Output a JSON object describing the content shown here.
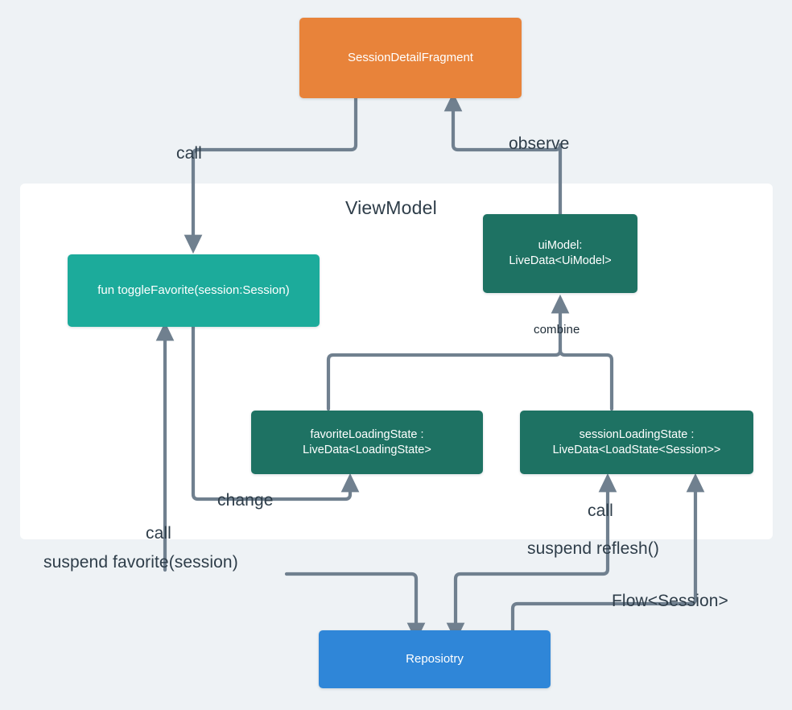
{
  "diagram": {
    "title": "ViewModel architecture flow",
    "background_color": "#eef2f5",
    "panel": {
      "label": "ViewModel",
      "background_color": "#ffffff"
    },
    "nodes": {
      "fragment": {
        "label": "SessionDetailFragment",
        "color": "#e8833a"
      },
      "toggle_favorite": {
        "label": "fun toggleFavorite(session:Session)",
        "color": "#1cab9b"
      },
      "ui_model": {
        "line1": "uiModel:",
        "line2": "LiveData<UiModel>",
        "color": "#1e7263"
      },
      "favorite_loading_state": {
        "line1": "favoriteLoadingState :",
        "line2": "LiveData<LoadingState>",
        "color": "#1e7263"
      },
      "session_loading_state": {
        "line1": "sessionLoadingState :",
        "line2": "LiveData<LoadState<Session>>",
        "color": "#1e7263"
      },
      "repository": {
        "label": "Reposiotry",
        "color": "#2f86d8"
      }
    },
    "edges": {
      "call_fragment_to_toggle": "call",
      "observe_uimodel_to_fragment": "observe",
      "combine_to_uimodel": "combine",
      "change_toggle_to_favorite_state": "change",
      "call_repo_to_toggle": "call",
      "suspend_favorite": "suspend favorite(session)",
      "call_repo_to_session_state": "call",
      "suspend_reflesh": "suspend reflesh()",
      "flow_session": "Flow<Session>"
    },
    "wire_color": "#70808f"
  }
}
